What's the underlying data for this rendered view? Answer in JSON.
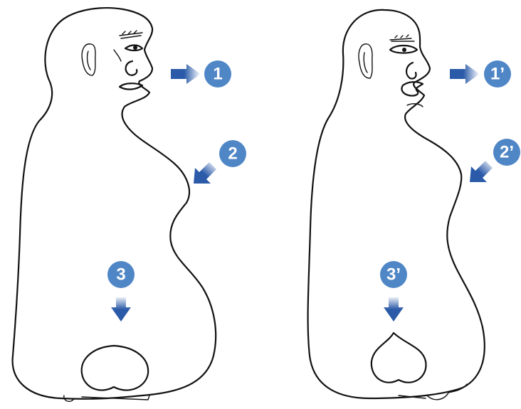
{
  "colors": {
    "badge": "#4f86c6",
    "arrow": "#2a5aa8",
    "ink": "#111111"
  },
  "figures": [
    {
      "name": "left-figure",
      "markers": [
        {
          "label": "1",
          "icon": "arrow-left-icon"
        },
        {
          "label": "2",
          "icon": "arrow-down-left-icon"
        },
        {
          "label": "3",
          "icon": "arrow-down-icon"
        }
      ]
    },
    {
      "name": "right-figure",
      "markers": [
        {
          "label": "1’",
          "icon": "arrow-left-icon"
        },
        {
          "label": "2’",
          "icon": "arrow-down-left-icon"
        },
        {
          "label": "3’",
          "icon": "arrow-down-icon"
        }
      ]
    }
  ]
}
